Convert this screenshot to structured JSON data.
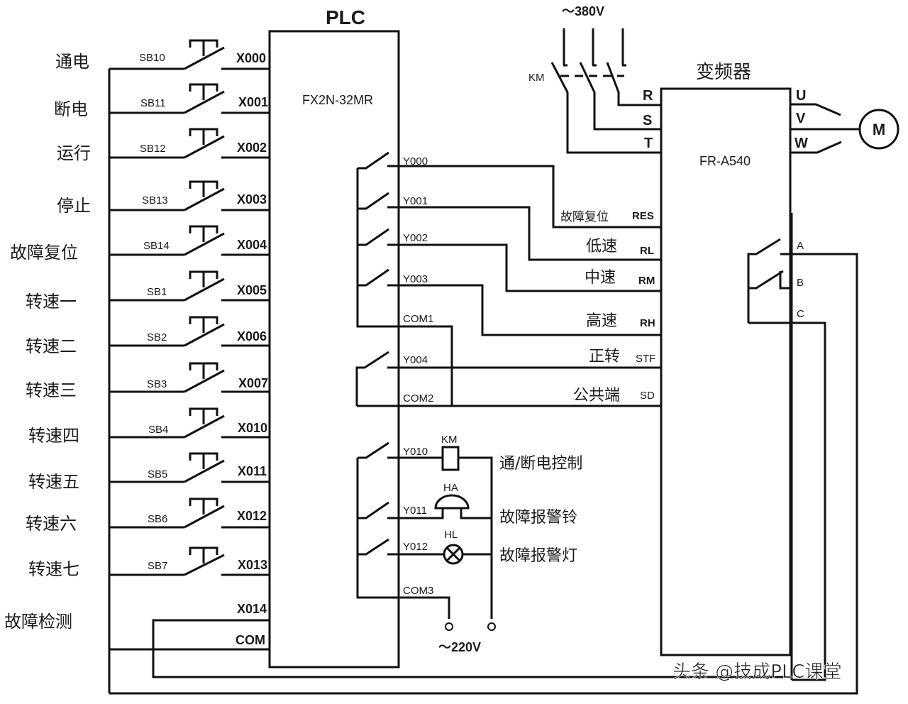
{
  "plc": {
    "title": "PLC",
    "model": "FX2N-32MR",
    "inputs": [
      {
        "label": "通电",
        "button": "SB10",
        "terminal": "X000"
      },
      {
        "label": "断电",
        "button": "SB11",
        "terminal": "X001"
      },
      {
        "label": "运行",
        "button": "SB12",
        "terminal": "X002"
      },
      {
        "label": "停止",
        "button": "SB13",
        "terminal": "X003"
      },
      {
        "label": "故障复位",
        "button": "SB14",
        "terminal": "X004"
      },
      {
        "label": "转速一",
        "button": "SB1",
        "terminal": "X005"
      },
      {
        "label": "转速二",
        "button": "SB2",
        "terminal": "X006"
      },
      {
        "label": "转速三",
        "button": "SB3",
        "terminal": "X007"
      },
      {
        "label": "转速四",
        "button": "SB4",
        "terminal": "X010"
      },
      {
        "label": "转速五",
        "button": "SB5",
        "terminal": "X011"
      },
      {
        "label": "转速六",
        "button": "SB6",
        "terminal": "X012"
      },
      {
        "label": "转速七",
        "button": "SB7",
        "terminal": "X013"
      }
    ],
    "fault_input": {
      "label": "故障检测",
      "terminal": "X014"
    },
    "com": "COM",
    "outputs": [
      "Y000",
      "Y001",
      "Y002",
      "Y003",
      "COM1",
      "Y004",
      "COM2",
      "Y010",
      "Y011",
      "Y012",
      "COM3"
    ]
  },
  "inverter": {
    "title": "变频器",
    "model": "FR-A540",
    "power_in": [
      "R",
      "S",
      "T"
    ],
    "power_out": [
      "U",
      "V",
      "W"
    ],
    "motor": "M",
    "control": [
      {
        "label": "故障复位",
        "terminal": "RES"
      },
      {
        "label": "低速",
        "terminal": "RL"
      },
      {
        "label": "中速",
        "terminal": "RM"
      },
      {
        "label": "高速",
        "terminal": "RH"
      },
      {
        "label": "正转",
        "terminal": "STF"
      },
      {
        "label": "公共端",
        "terminal": "SD"
      }
    ],
    "relay": [
      "A",
      "B",
      "C"
    ]
  },
  "supply": {
    "three_phase": "～380V",
    "contactor": "KM",
    "single_phase": "～220V"
  },
  "loads": [
    {
      "device": "KM",
      "label": "通/断电控制"
    },
    {
      "device": "HA",
      "label": "故障报警铃"
    },
    {
      "device": "HL",
      "label": "故障报警灯"
    }
  ],
  "watermark": "头条 @技成PLC课堂"
}
